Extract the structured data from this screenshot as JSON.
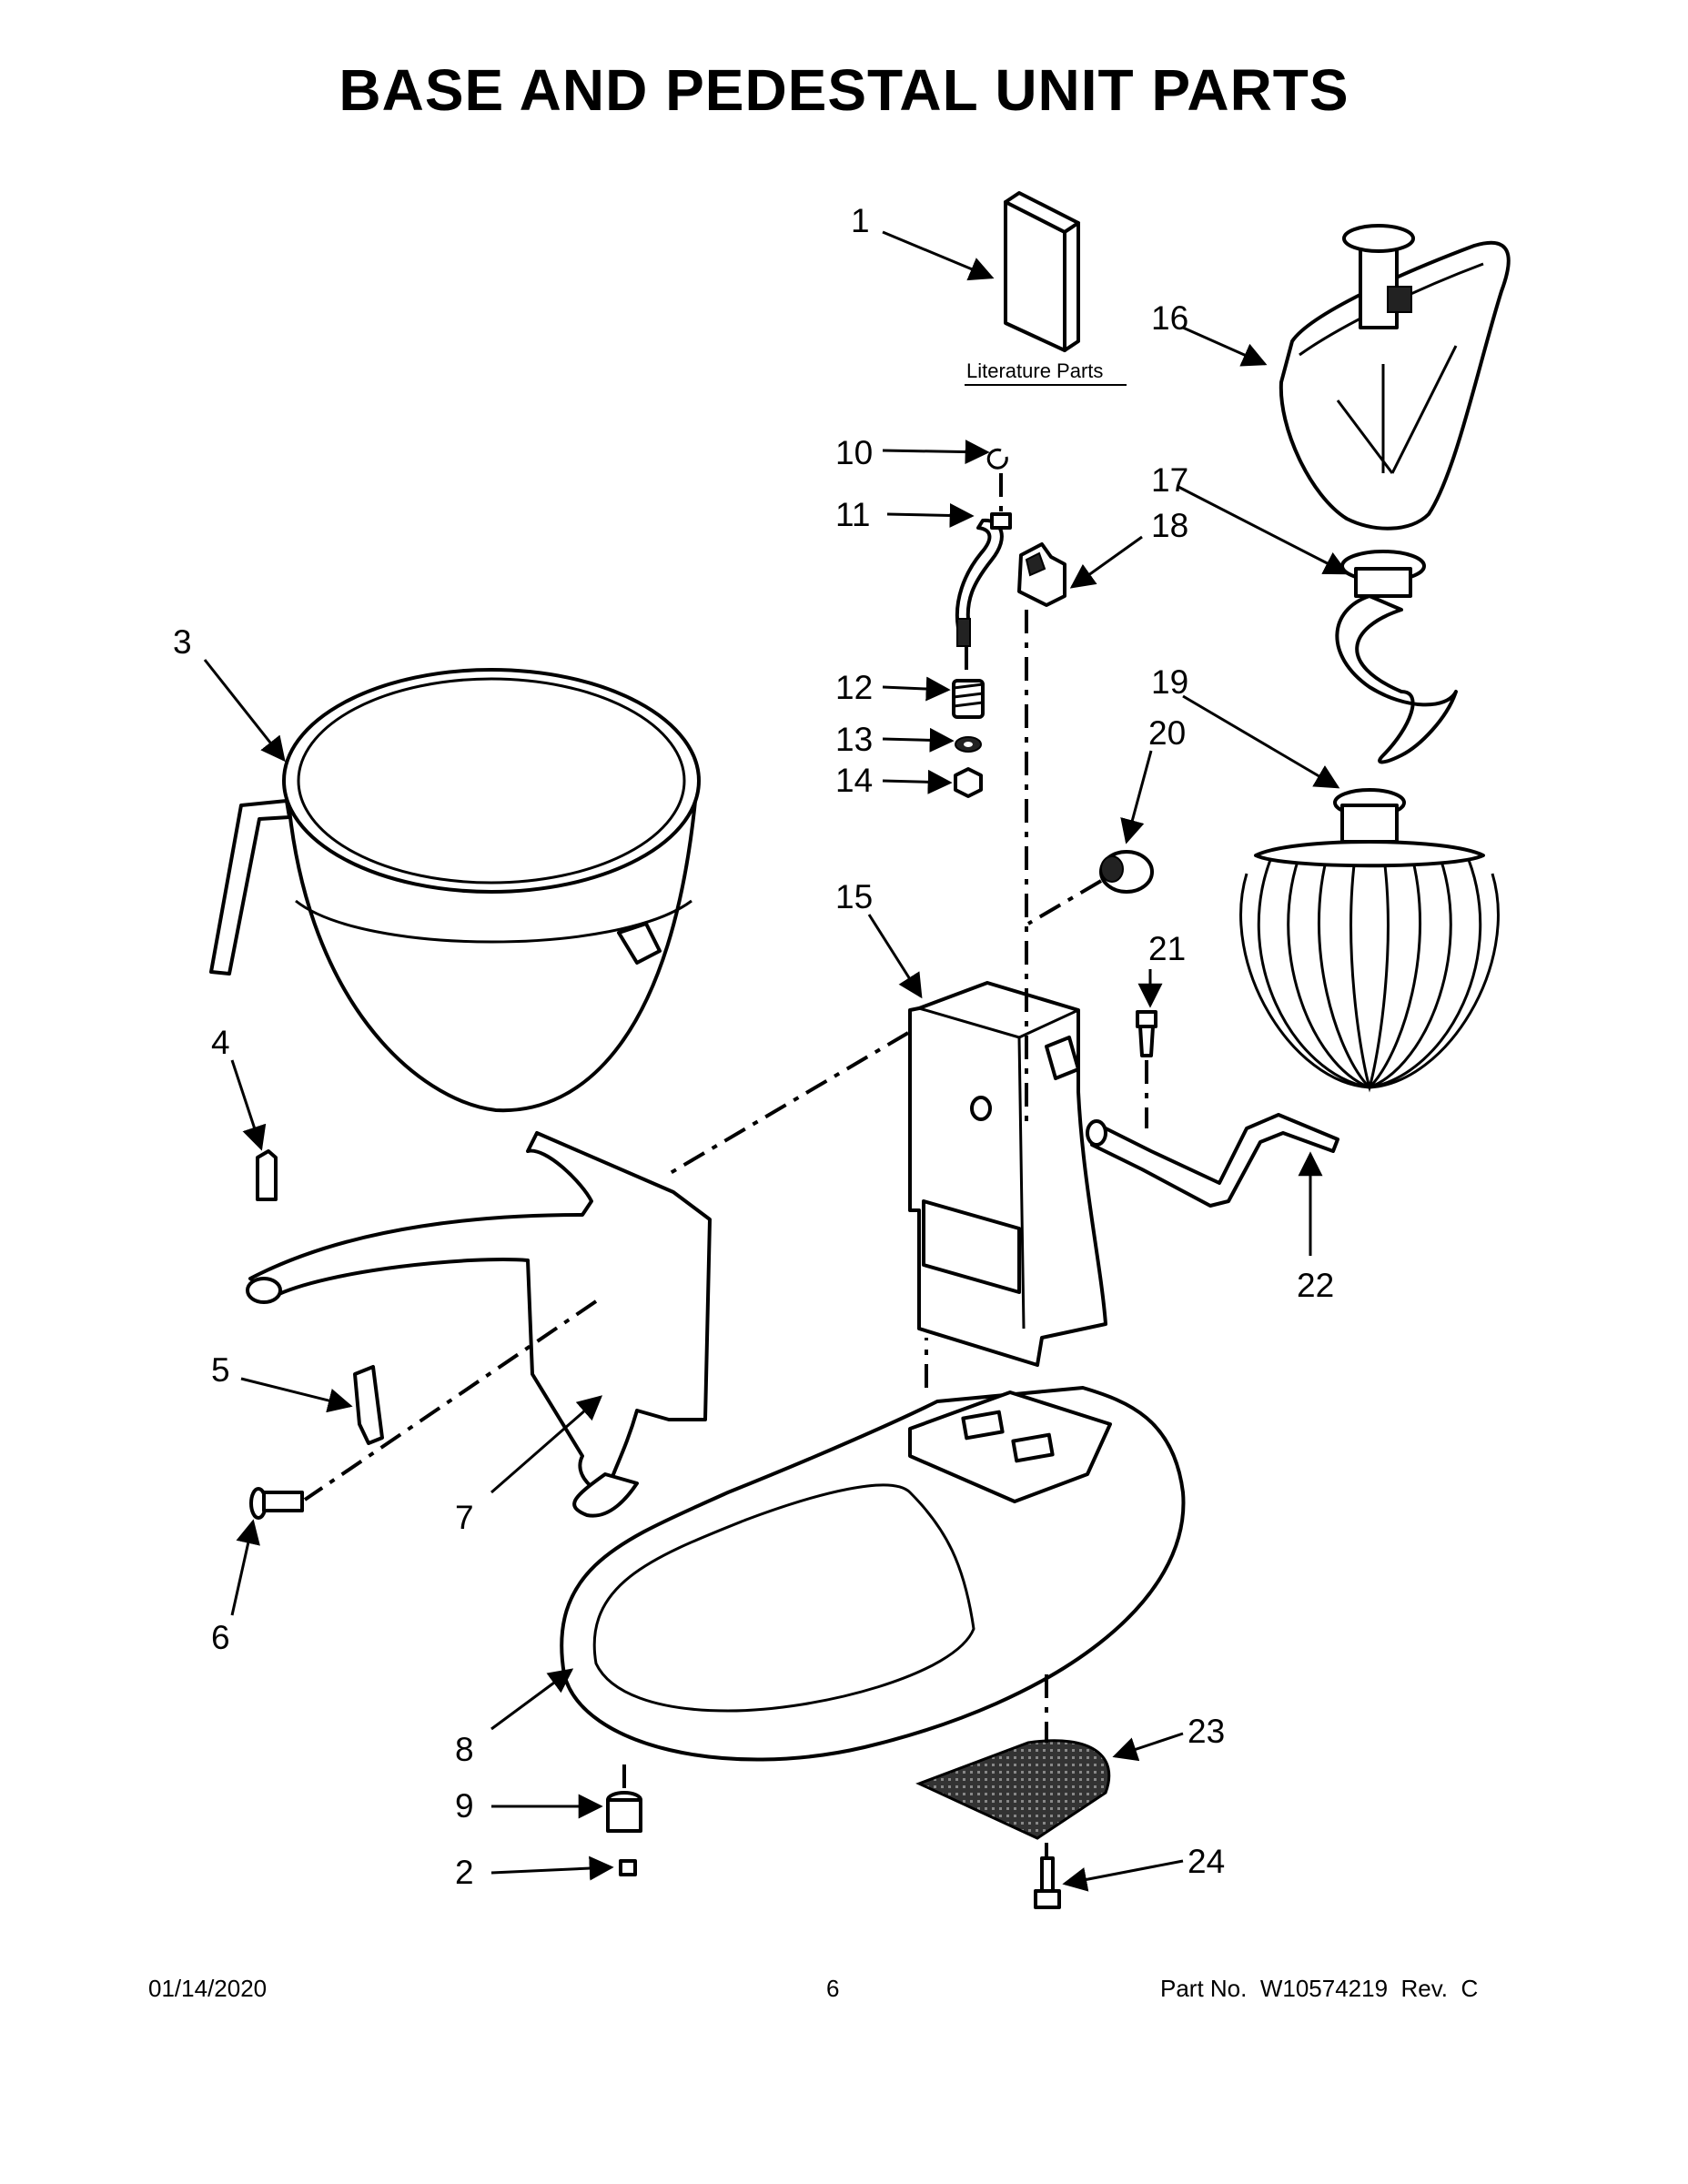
{
  "title": "BASE AND PEDESTAL UNIT PARTS",
  "literature_label": "Literature Parts",
  "callouts": [
    "1",
    "2",
    "3",
    "4",
    "5",
    "6",
    "7",
    "8",
    "9",
    "10",
    "11",
    "12",
    "13",
    "14",
    "15",
    "16",
    "17",
    "18",
    "19",
    "20",
    "21",
    "22",
    "23",
    "24"
  ],
  "footer": {
    "date": "01/14/2020",
    "page": "6",
    "part_number": "Part No.  W10574219  Rev.  C"
  }
}
